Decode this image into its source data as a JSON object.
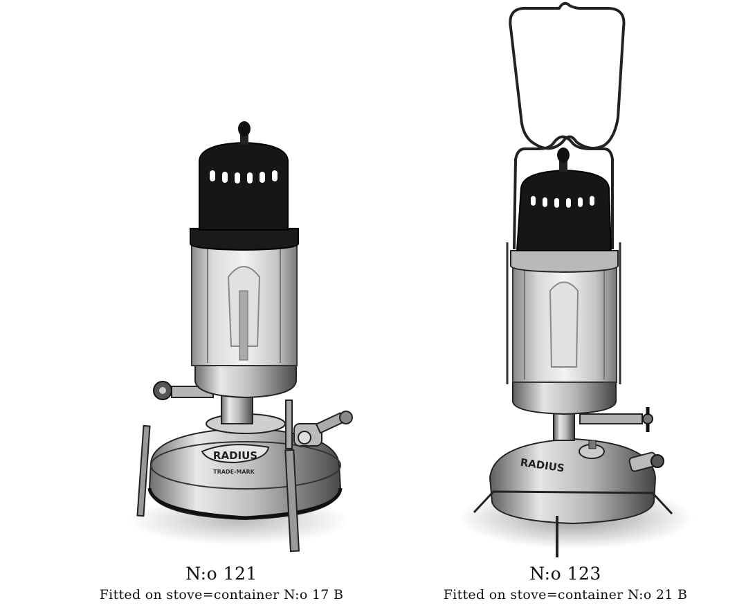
{
  "lamps": [
    {
      "model": "N:o 121",
      "fitted": "Fitted on stove=container N:o 17 B",
      "logo": "RADIUS",
      "logo_sub": "TRADE-MARK",
      "icon": "pressure-lantern-table-icon"
    },
    {
      "model": "N:o 123",
      "fitted": "Fitted on stove=container N:o 21 B",
      "logo": "RADIUS",
      "icon": "pressure-lantern-hanging-icon"
    }
  ],
  "colors": {
    "background": "#ffffff",
    "ink": "#111111",
    "metal": "#c9c9c9"
  }
}
